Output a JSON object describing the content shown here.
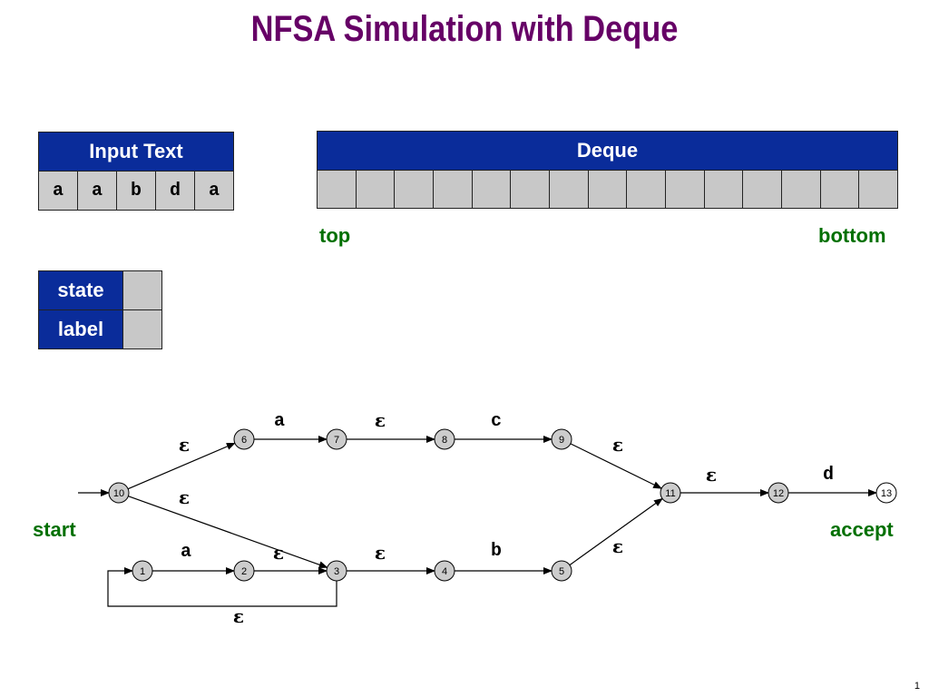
{
  "slide": {
    "title": "NFSA Simulation with Deque",
    "page_number": "1"
  },
  "input_text": {
    "header": "Input Text",
    "chars": [
      "a",
      "a",
      "b",
      "d",
      "a"
    ]
  },
  "deque": {
    "header": "Deque",
    "cells": [
      "",
      "",
      "",
      "",
      "",
      "",
      "",
      "",
      "",
      "",
      "",
      "",
      "",
      "",
      ""
    ],
    "top_label": "top",
    "bottom_label": "bottom"
  },
  "status": {
    "state_label": "state",
    "state_value": "",
    "label_label": "label",
    "label_value": ""
  },
  "automaton": {
    "start_label": "start",
    "accept_label": "accept",
    "nodes": [
      {
        "id": "1",
        "label": "1"
      },
      {
        "id": "2",
        "label": "2"
      },
      {
        "id": "3",
        "label": "3"
      },
      {
        "id": "4",
        "label": "4"
      },
      {
        "id": "5",
        "label": "5"
      },
      {
        "id": "6",
        "label": "6"
      },
      {
        "id": "7",
        "label": "7"
      },
      {
        "id": "8",
        "label": "8"
      },
      {
        "id": "9",
        "label": "9"
      },
      {
        "id": "10",
        "label": "10"
      },
      {
        "id": "11",
        "label": "11"
      },
      {
        "id": "12",
        "label": "12"
      },
      {
        "id": "13",
        "label": "13",
        "accept": true
      }
    ],
    "edges": [
      {
        "from": "10",
        "to": "6",
        "label": "ε"
      },
      {
        "from": "6",
        "to": "7",
        "label": "a"
      },
      {
        "from": "7",
        "to": "8",
        "label": "ε"
      },
      {
        "from": "8",
        "to": "9",
        "label": "c"
      },
      {
        "from": "9",
        "to": "11",
        "label": "ε"
      },
      {
        "from": "10",
        "to": "3",
        "label": "ε"
      },
      {
        "from": "1",
        "to": "2",
        "label": "a"
      },
      {
        "from": "2",
        "to": "3",
        "label": "ε"
      },
      {
        "from": "3",
        "to": "4",
        "label": "ε"
      },
      {
        "from": "4",
        "to": "5",
        "label": "b"
      },
      {
        "from": "5",
        "to": "11",
        "label": "ε"
      },
      {
        "from": "11",
        "to": "12",
        "label": "ε"
      },
      {
        "from": "12",
        "to": "13",
        "label": "d"
      },
      {
        "from": "3",
        "to": "1",
        "label": "ε"
      }
    ],
    "colors": {
      "state_fill": "#cccccc",
      "accept_fill": "#ffffff",
      "stroke": "#000000"
    }
  },
  "colors": {
    "title": "#660066",
    "header_bg": "#0a2c9a",
    "cell_bg": "#cccccc",
    "label_green": "#007000"
  }
}
